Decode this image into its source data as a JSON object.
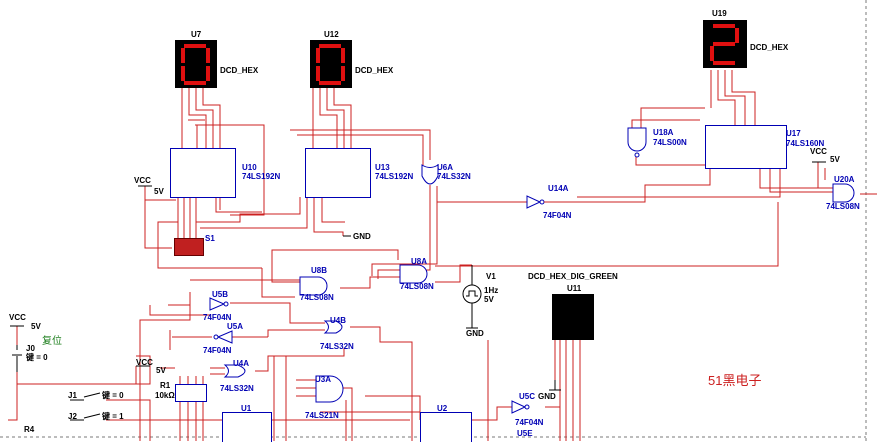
{
  "colors": {
    "wire": "#cc2020",
    "part": "#0000b4",
    "label": "#000000",
    "comment": "#208020",
    "display_off": "#000000",
    "segment_on": "#e01010"
  },
  "displays": [
    {
      "ref": "U7",
      "type": "DCD_HEX",
      "digit": "0"
    },
    {
      "ref": "U12",
      "type": "DCD_HEX",
      "digit": "0"
    },
    {
      "ref": "U19",
      "type": "DCD_HEX",
      "digit": "2"
    },
    {
      "ref": "U11",
      "type": "DCD_HEX_DIG_GREEN",
      "digit": ""
    }
  ],
  "chips": [
    {
      "ref": "U10",
      "part": "74LS192N"
    },
    {
      "ref": "U13",
      "part": "74LS192N"
    },
    {
      "ref": "U17",
      "part": "74LS160N"
    },
    {
      "ref": "U1",
      "part": ""
    },
    {
      "ref": "U2",
      "part": ""
    }
  ],
  "gates": [
    {
      "ref": "U18A",
      "part": "74LS00N"
    },
    {
      "ref": "U6A",
      "part": "74LS32N"
    },
    {
      "ref": "U14A",
      "part": "74F04N"
    },
    {
      "ref": "U20A",
      "part": "74LS08N"
    },
    {
      "ref": "U8B",
      "part": "74LS08N"
    },
    {
      "ref": "U8A",
      "part": "74LS08N"
    },
    {
      "ref": "U5B",
      "part": "74F04N"
    },
    {
      "ref": "U5A",
      "part": "74F04N"
    },
    {
      "ref": "U4B",
      "part": "74LS32N"
    },
    {
      "ref": "U4A",
      "part": "74LS32N"
    },
    {
      "ref": "U3A",
      "part": "74LS21N"
    },
    {
      "ref": "U5C",
      "part": "74F04N"
    },
    {
      "ref": "U5E",
      "part": ""
    }
  ],
  "sources": {
    "v1_ref": "V1",
    "v1_freq": "1Hz",
    "v1_amp": "5V",
    "vcc": "VCC",
    "vcc_val": "5V",
    "gnd": "GND"
  },
  "switches": {
    "s1": "S1",
    "j0": "J0",
    "j0_key": "键 = 0",
    "j0_comment": "复位",
    "j1": "J1",
    "j1_key": "键 = 0",
    "j2": "J2",
    "j2_key": "键 = 1"
  },
  "resistors": {
    "r1": "R1",
    "r1_val": "10kΩ",
    "r4": "R4"
  },
  "watermark": "51黑电子"
}
